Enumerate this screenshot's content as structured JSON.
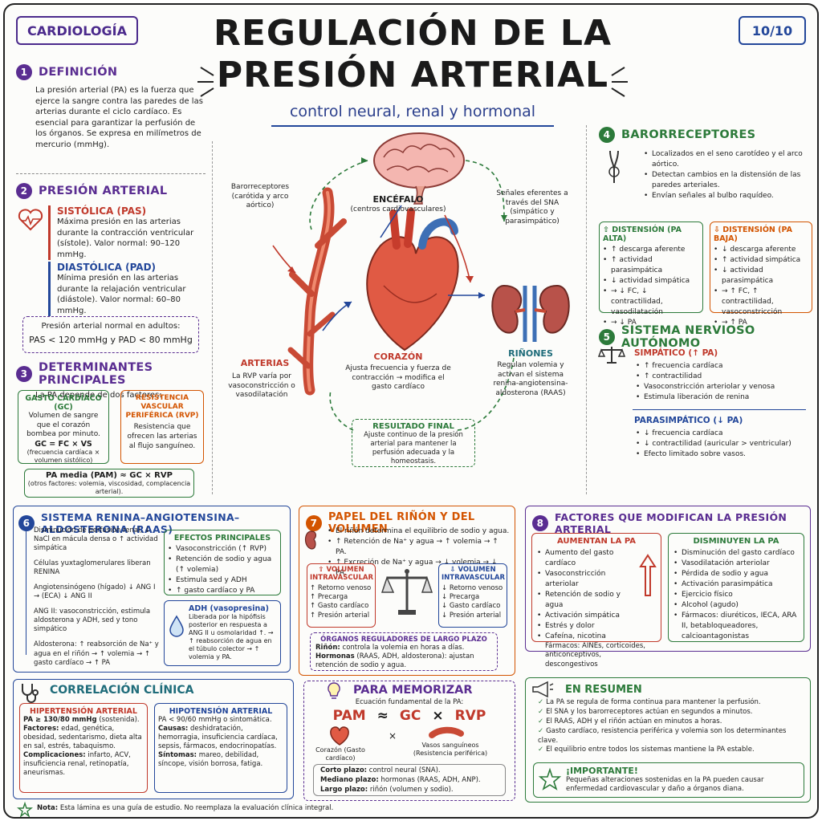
{
  "header": {
    "category": "CARDIOLOGÍA",
    "title_line1": "REGULACIÓN DE LA",
    "title_line2": "PRESIÓN ARTERIAL",
    "subtitle": "control neural, renal y hormonal",
    "page": "10/10"
  },
  "s1": {
    "num": "1",
    "title": "DEFINICIÓN",
    "text": "La presión arterial (PA) es la fuerza que ejerce la sangre contra las paredes de las arterias durante el ciclo cardíaco. Es esencial para garantizar la perfusión de los órganos. Se expresa en milímetros de mercurio (mmHg)."
  },
  "s2": {
    "num": "2",
    "title": "PRESIÓN ARTERIAL",
    "sys_title": "SISTÓLICA (PAS)",
    "sys_text": "Máxima presión en las arterias durante la contracción ventricular (sístole). Valor normal: 90–120 mmHg.",
    "dia_title": "DIASTÓLICA (PAD)",
    "dia_text": "Mínima presión en las arterias durante la relajación ventricular (diástole). Valor normal: 60–80 mmHg.",
    "normal_label": "Presión arterial normal en adultos:",
    "normal_values": "PAS < 120 mmHg  y  PAD < 80 mmHg"
  },
  "s3": {
    "num": "3",
    "title": "DETERMINANTES PRINCIPALES",
    "intro": "La PA depende de dos factores:",
    "gc_title": "GASTO CARDÍACO (GC)",
    "gc_text": "Volumen de sangre que el corazón bombea por minuto.",
    "gc_formula": "GC = FC × VS",
    "gc_note": "(frecuencia cardíaca × volumen sistólico)",
    "rvp_title": "RESISTENCIA VASCULAR PERIFÉRICA (RVP)",
    "rvp_text": "Resistencia que ofrecen las arterias al flujo sanguíneo.",
    "pam": "PA media (PAM) ≈ GC × RVP",
    "pam_note": "(otros factores: volemia, viscosidad, complacencia arterial)."
  },
  "center": {
    "baro_label": "Barorreceptores (carótida y arco aórtico)",
    "brain_title": "ENCÉFALO",
    "brain_sub": "(centros cardiovasculares)",
    "sna_label": "Señales eferentes a través del SNA (simpático y parasimpático)",
    "art_title": "ARTERIAS",
    "art_text": "La RVP varía por vasoconstricción o vasodilatación",
    "heart_title": "CORAZÓN",
    "heart_text": "Ajusta frecuencia y fuerza de contracción → modifica el gasto cardíaco",
    "kid_title": "RIÑONES",
    "kid_text": "Regulan volemia y activan el sistema renina-angiotensina-aldosterona (RAAS)",
    "result_title": "RESULTADO FINAL",
    "result_text": "Ajuste continuo de la presión arterial para mantener la perfusión adecuada y la homeostasis."
  },
  "s4": {
    "num": "4",
    "title": "BARORRECEPTORES",
    "items": [
      "Localizados en el seno carotídeo y el arco aórtico.",
      "Detectan cambios en la distensión de las paredes arteriales.",
      "Envían señales al bulbo raquídeo."
    ],
    "alta_title": "⇧ DISTENSIÓN (PA ALTA)",
    "alta_items": [
      "↑ descarga aferente",
      "↑ actividad parasimpática",
      "↓ actividad simpática",
      "→ ↓ FC, ↓ contractilidad, vasodilatación",
      "→ ↓ PA"
    ],
    "baja_title": "⇩ DISTENSIÓN (PA BAJA)",
    "baja_items": [
      "↓ descarga aferente",
      "↑ actividad simpática",
      "↓ actividad parasimpática",
      "→ ↑ FC, ↑ contractilidad, vasoconstricción",
      "→ ↑ PA"
    ]
  },
  "s5": {
    "num": "5",
    "title": "SISTEMA NERVIOSO AUTÓNOMO",
    "simp_title": "SIMPÁTICO (↑ PA)",
    "simp_items": [
      "↑ frecuencia cardíaca",
      "↑ contractilidad",
      "Vasoconstricción arteriolar y venosa",
      "Estimula liberación de renina"
    ],
    "para_title": "PARASIMPÁTICO (↓ PA)",
    "para_items": [
      "↓ frecuencia cardíaca",
      "↓ contractilidad (auricular > ventricular)",
      "Efecto limitado sobre vasos."
    ]
  },
  "s6": {
    "num": "6",
    "title": "SISTEMA RENINA–ANGIOTENSINA–ALDOSTERONA (RAAS)",
    "steps": [
      "Disminución de perfusión renal, ↓ NaCl en mácula densa o ↑ actividad simpática",
      "Células yuxtaglomerulares liberan RENINA",
      "Angiotensinógeno (hígado) ↓ ANG I → (ECA) ↓ ANG II",
      "ANG II: vasoconstricción, estimula aldosterona y ADH, sed y tono simpático",
      "Aldosterona: ↑ reabsorción de Na⁺ y agua en el riñón → ↑ volemia → ↑ gasto cardíaco → ↑ PA"
    ],
    "efx_title": "EFECTOS PRINCIPALES",
    "efx_items": [
      "Vasoconstricción (↑ RVP)",
      "Retención de sodio y agua (↑ volemia)",
      "Estimula sed y ADH",
      "↑ gasto cardíaco y PA"
    ],
    "adh_title": "ADH (vasopresina)",
    "adh_text": "Liberada por la hipófisis posterior en respuesta a ANG II u osmolaridad ↑. → ↑ reabsorción de agua en el túbulo colector → ↑ volemia y PA."
  },
  "s7": {
    "num": "7",
    "title": "PAPEL DEL RIÑÓN Y DEL VOLUMEN",
    "items": [
      "El riñón determina el equilibrio de sodio y agua.",
      "↑ Retención de Na⁺ y agua → ↑ volemia → ↑ PA.",
      "↑ Excreción de Na⁺ y agua → ↓ volemia → ↓ PA."
    ],
    "up_title": "⇧ VOLUMEN INTRAVASCULAR",
    "up_items": [
      "↑ Retorno venoso",
      "↑ Precarga",
      "↑ Gasto cardíaco",
      "↑ Presión arterial"
    ],
    "down_title": "⇩ VOLUMEN INTRAVASCULAR",
    "down_items": [
      "↓ Retorno venoso",
      "↓ Precarga",
      "↓ Gasto cardíaco",
      "↓ Presión arterial"
    ],
    "org_title": "ÓRGANOS REGULADORES DE LARGO PLAZO",
    "org_1b": "Riñón:",
    "org_1": "controla la volemia en horas a días.",
    "org_2b": "Hormonas",
    "org_2": "(RAAS, ADH, aldosterona): ajustan retención de sodio y agua."
  },
  "s8": {
    "num": "8",
    "title": "FACTORES QUE MODIFICAN LA PRESIÓN ARTERIAL",
    "up_title": "AUMENTAN LA PA",
    "up_items": [
      "Aumento del gasto cardíaco",
      "Vasoconstricción arteriolar",
      "Retención de sodio y agua",
      "Activación simpática",
      "Estrés y dolor",
      "Cafeína, nicotina",
      "Fármacos: AINEs, corticoides, anticonceptivos, descongestivos"
    ],
    "down_title": "DISMINUYEN LA PA",
    "down_items": [
      "Disminución del gasto cardíaco",
      "Vasodilatación arteriolar",
      "Pérdida de sodio y agua",
      "Activación parasimpática",
      "Ejercicio físico",
      "Alcohol (agudo)",
      "Fármacos: diuréticos, IECA, ARA II, betabloqueadores, calcioantagonistas"
    ]
  },
  "clinic": {
    "title": "CORRELACIÓN CLÍNICA",
    "hta_title": "HIPERTENSIÓN ARTERIAL",
    "hta_l1b": "PA ≥ 130/80 mmHg",
    "hta_l1": "(sostenida).",
    "hta_l2b": "Factores:",
    "hta_l2": "edad, genética, obesidad, sedentarismo, dieta alta en sal, estrés, tabaquismo.",
    "hta_l3b": "Complicaciones:",
    "hta_l3": "infarto, ACV, insuficiencia renal, retinopatía, aneurismas.",
    "hipo_title": "HIPOTENSIÓN ARTERIAL",
    "hipo_l1": "PA < 90/60 mmHg o sintomática.",
    "hipo_l2b": "Causas:",
    "hipo_l2": "deshidratación, hemorragia, insuficiencia cardíaca, sepsis, fármacos, endocrinopatías.",
    "hipo_l3b": "Síntomas:",
    "hipo_l3": "mareo, debilidad, síncope, visión borrosa, fatiga."
  },
  "memo": {
    "title": "PARA MEMORIZAR",
    "sub": "Ecuación fundamental de la PA:",
    "eq_pam": "PAM",
    "eq_approx": "≈",
    "eq_gc": "GC",
    "eq_x": "×",
    "eq_rvp": "RVP",
    "heart_lab": "Corazón (Gasto cardíaco)",
    "vessel_lab": "Vasos sanguíneos (Resistencia periférica)",
    "l1b": "Corto plazo:",
    "l1": "control neural (SNA).",
    "l2b": "Mediano plazo:",
    "l2": "hormonas (RAAS, ADH, ANP).",
    "l3b": "Largo plazo:",
    "l3": "riñón (volumen y sodio)."
  },
  "summary": {
    "title": "EN RESUMEN",
    "items": [
      "La PA se regula de forma continua para mantener la perfusión.",
      "El SNA y los barorreceptores actúan en segundos a minutos.",
      "El RAAS, ADH y el riñón actúan en minutos a horas.",
      "Gasto cardíaco, resistencia periférica y volemia son los determinantes clave.",
      "El equilibrio entre todos los sistemas mantiene la PA estable."
    ],
    "imp_title": "¡IMPORTANTE!",
    "imp_text": "Pequeñas alteraciones sostenidas en la PA pueden causar enfermedad cardiovascular y daño a órganos diana."
  },
  "footer": {
    "note_b": "Nota:",
    "note": "Esta lámina es una guía de estudio. No reemplaza la evaluación clínica integral."
  },
  "colors": {
    "purple": "#5a2d91",
    "red": "#c0392b",
    "green": "#2c7a3a",
    "orange": "#d35400",
    "blue": "#23479a"
  }
}
